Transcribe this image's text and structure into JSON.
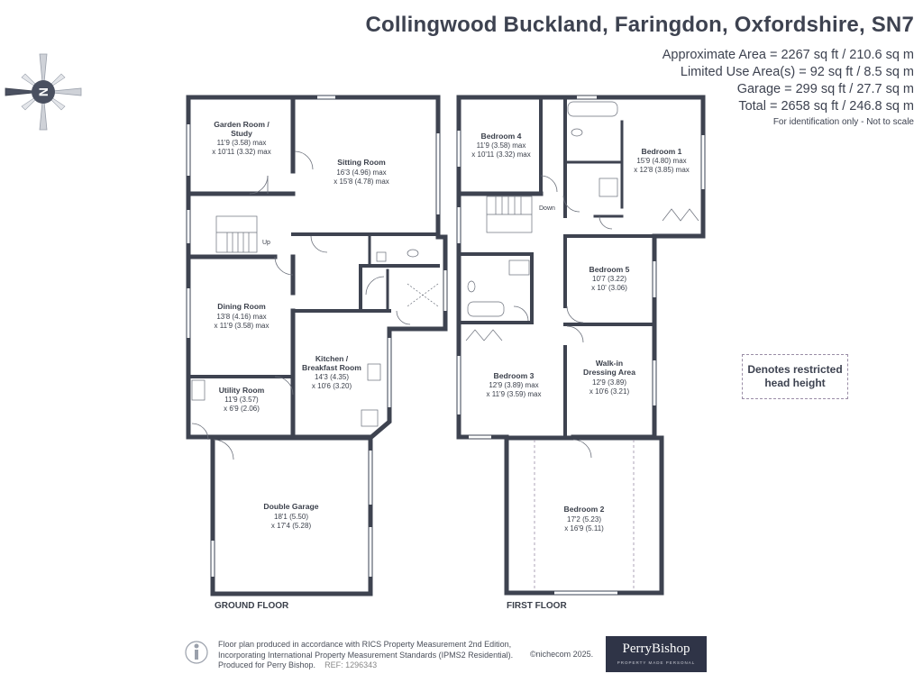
{
  "header": {
    "title": "Collingwood Buckland, Faringdon, Oxfordshire, SN7",
    "areas": [
      "Approximate Area = 2267 sq ft / 210.6 sq m",
      "Limited Use Area(s) = 92 sq ft / 8.5 sq m",
      "Garage = 299 sq ft / 27.7 sq m",
      "Total = 2658 sq ft / 246.8 sq m"
    ],
    "note": "For identification only - Not to scale"
  },
  "compass": {
    "letter": "N"
  },
  "floors": {
    "ground_label": "GROUND FLOOR",
    "first_label": "FIRST FLOOR",
    "up_label": "Up",
    "down_label": "Down"
  },
  "rooms": {
    "garden_room": {
      "name1": "Garden Room /",
      "name2": "Study",
      "dim1": "11'9 (3.58) max",
      "dim2": "x 10'11 (3.32) max"
    },
    "sitting_room": {
      "name1": "Sitting Room",
      "dim1": "16'3 (4.96) max",
      "dim2": "x 15'8 (4.78) max"
    },
    "dining_room": {
      "name1": "Dining Room",
      "dim1": "13'8 (4.16) max",
      "dim2": "x 11'9 (3.58) max"
    },
    "kitchen": {
      "name1": "Kitchen /",
      "name2": "Breakfast Room",
      "dim1": "14'3 (4.35)",
      "dim2": "x 10'6 (3.20)"
    },
    "utility": {
      "name1": "Utility Room",
      "dim1": "11'9 (3.57)",
      "dim2": "x 6'9 (2.06)"
    },
    "garage": {
      "name1": "Double Garage",
      "dim1": "18'1 (5.50)",
      "dim2": "x 17'4 (5.28)"
    },
    "bedroom4": {
      "name1": "Bedroom 4",
      "dim1": "11'9 (3.58) max",
      "dim2": "x 10'11 (3.32) max"
    },
    "bedroom1": {
      "name1": "Bedroom 1",
      "dim1": "15'9 (4.80) max",
      "dim2": "x 12'8 (3.85) max"
    },
    "bedroom5": {
      "name1": "Bedroom 5",
      "dim1": "10'7 (3.22)",
      "dim2": "x 10' (3.06)"
    },
    "bedroom3": {
      "name1": "Bedroom 3",
      "dim1": "12'9 (3.89) max",
      "dim2": "x 11'9 (3.59) max"
    },
    "walkin": {
      "name1": "Walk-in",
      "name2": "Dressing Area",
      "dim1": "12'9 (3.89)",
      "dim2": "x 10'6 (3.21)"
    },
    "bedroom2": {
      "name1": "Bedroom 2",
      "dim1": "17'2 (5.23)",
      "dim2": "x 16'9 (5.11)"
    }
  },
  "legend": {
    "restricted_line1": "Denotes restricted",
    "restricted_line2": "head height"
  },
  "footer": {
    "line1": "Floor plan produced in accordance with RICS Property Measurement 2nd Edition,",
    "line2": "Incorporating International Property Measurement Standards (IPMS2 Residential).",
    "line3_a": "Produced for Perry Bishop.",
    "line3_b": "REF: 1296343",
    "copyright": "©nichecom 2025.",
    "logo_brand": "PerryBishop",
    "logo_tag": "PROPERTY MADE PERSONAL"
  },
  "colors": {
    "wall": "#3e4350",
    "text": "#3a3f4a",
    "window": "#9aa0ab",
    "dashed": "#9a8da6",
    "logo_bg": "#2f3447"
  }
}
